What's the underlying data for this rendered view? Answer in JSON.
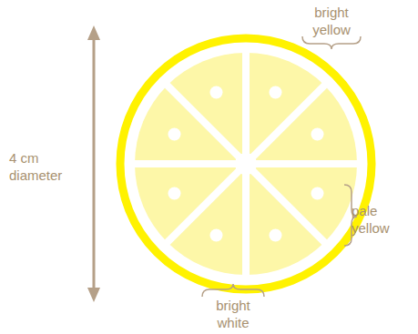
{
  "diagram": {
    "labels": [
      "bright yellow",
      "4 cm diameter",
      "pale yellow",
      "bright white"
    ]
  }
}
